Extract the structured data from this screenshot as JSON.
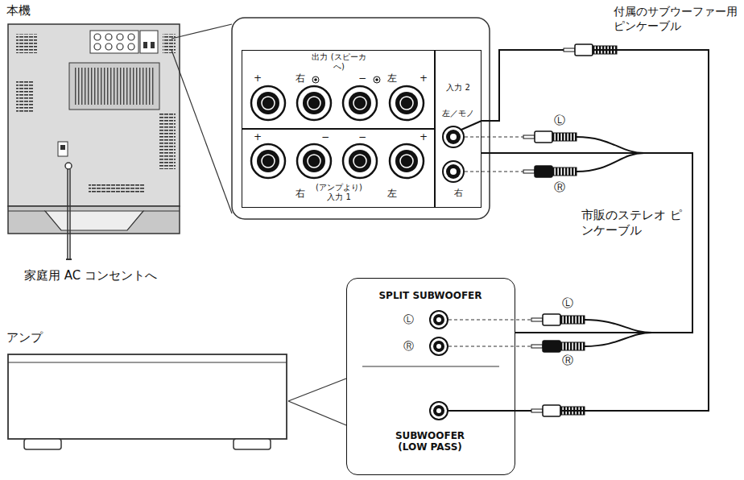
{
  "diagram": {
    "nodes": [
      {
        "text": [
          "本機"
        ]
      },
      {
        "text": [
          "出力 (スピーカへ)",
          "+",
          "右",
          "−",
          "左",
          "+"
        ]
      },
      {
        "text": [
          "+",
          "−",
          "−",
          "+",
          "右",
          "(アンプより) 入力 1",
          "左"
        ]
      },
      {
        "text": [
          "入力 2",
          "左／モノ",
          "右"
        ]
      },
      {
        "text": [
          "アンプ"
        ]
      },
      {
        "text": [
          "SPLIT SUBWOOFER",
          "Ⓛ",
          "Ⓡ",
          "SUBWOOFER (LOW PASS)"
        ]
      }
    ],
    "edges": [
      {
        "from": 5,
        "to": 3,
        "arrow": "none",
        "label": "付属のサブウーファー用 ピンケーブル"
      },
      {
        "from": 5,
        "to": 3,
        "arrow": "none",
        "label": "市販のステレオ ピンケーブル"
      }
    ],
    "labels": [
      "家庭用 AC コンセントへ",
      "Ⓛ",
      "Ⓡ",
      "Ⓛ",
      "Ⓡ"
    ]
  }
}
